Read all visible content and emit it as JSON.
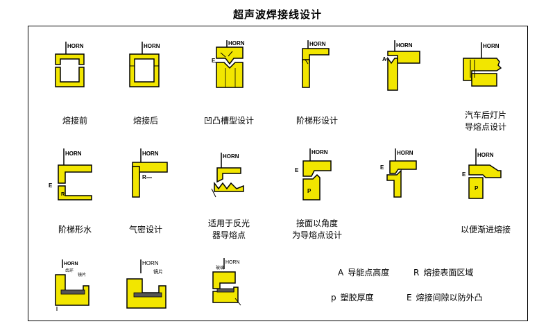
{
  "title": "超声波焊接线设计",
  "horn_label": "HORN",
  "colors": {
    "part": "#f2e600",
    "ink": "#000000"
  },
  "row1": [
    {
      "caption": "熔接前",
      "callouts": []
    },
    {
      "caption": "熔接后",
      "callouts": []
    },
    {
      "caption": "凹凸槽型设计",
      "callouts": [
        "E"
      ]
    },
    {
      "caption": "阶梯形设计",
      "callouts": []
    },
    {
      "caption": "",
      "callouts": [
        "A"
      ]
    },
    {
      "caption_lines": [
        "汽车后灯片",
        "导熔点设计"
      ],
      "callouts": []
    }
  ],
  "row2": [
    {
      "caption": "阶梯形水",
      "callouts": [
        "E",
        "R"
      ]
    },
    {
      "caption": "气密设计",
      "callouts": [
        "R"
      ]
    },
    {
      "caption_lines": [
        "适用于反光",
        "器导熔点"
      ],
      "callouts": []
    },
    {
      "caption_lines": [
        "接面以角度",
        "为导熔点设计"
      ],
      "callouts": [
        "E",
        "P"
      ]
    },
    {
      "caption": "",
      "callouts": [
        "E"
      ]
    },
    {
      "caption": "以便渐进熔接",
      "callouts": [
        "E",
        "P"
      ]
    }
  ],
  "row3": [
    {
      "labels": [
        "齿环",
        "镜片"
      ]
    },
    {
      "labels": [
        "镜片"
      ]
    },
    {
      "labels": [
        "玻璃"
      ]
    }
  ],
  "legend": [
    {
      "key": "A",
      "text": "导能点高度"
    },
    {
      "key": "R",
      "text": "熔接表面区域"
    },
    {
      "key": "p",
      "text": "塑胶厚度"
    },
    {
      "key": "E",
      "text": "熔接间隙以防外凸"
    }
  ]
}
